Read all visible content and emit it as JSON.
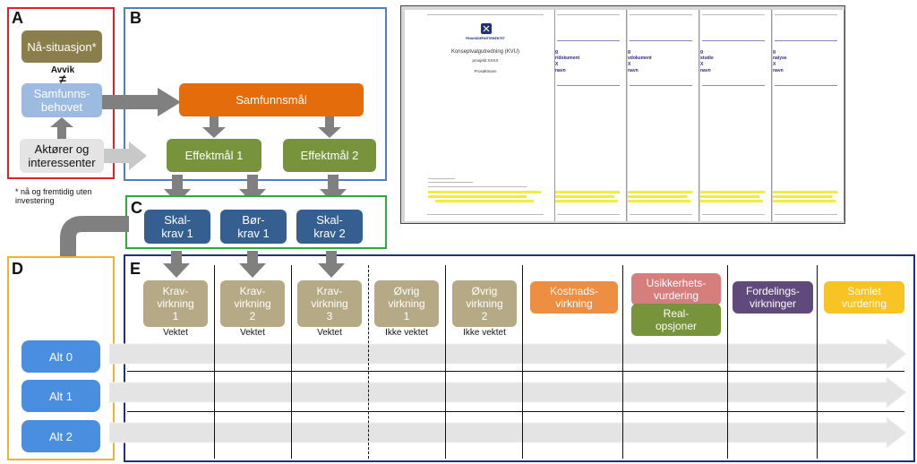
{
  "panels": {
    "a": "A",
    "b": "B",
    "c": "C",
    "d": "D",
    "e": "E"
  },
  "panel_a": {
    "now_situation": "Nå-situasjon*",
    "deviation": "Avvik",
    "not_equal": "≠",
    "society_need": "Samfunns-\nbehovet",
    "actors": "Aktører og\ninteressenter",
    "footnote": "* nå og fremtidig uten\ninvestering"
  },
  "panel_b": {
    "society_goal": "Samfunnsmål",
    "effect_goal_1": "Effektmål 1",
    "effect_goal_2": "Effektmål 2"
  },
  "panel_c": {
    "must_req_1": "Skal-\nkrav 1",
    "should_req_1": "Bør-\nkrav 1",
    "must_req_2": "Skal-\nkrav 2"
  },
  "panel_d": {
    "alternatives": [
      "Alt 0",
      "Alt 1",
      "Alt 2"
    ]
  },
  "panel_e": {
    "columns": [
      {
        "label": "Krav-\nvirkning\n1",
        "note": "Vektet"
      },
      {
        "label": "Krav-\nvirkning\n2",
        "note": "Vektet"
      },
      {
        "label": "Krav-\nvirkning\n3",
        "note": "Vektet"
      },
      {
        "label": "Øvrig\nvirkning\n1",
        "note": "Ikke vektet"
      },
      {
        "label": "Øvrig\nvirkning\n2",
        "note": "Ikke vektet"
      }
    ],
    "cost_effect": "Kostnads-\nvirkning",
    "uncertainty": "Usikkerhets-\nvurdering",
    "real_options": "Real-\nopsjoner",
    "distribution": "Fordelings-\nvirkninger",
    "total_assessment": "Samlet\nvurdering"
  },
  "document": {
    "ministry": "FINANSDEPARTEMENTET",
    "title": "Konseptvalgutredning (KVU)",
    "project": "prosjekt XXXX",
    "subtitle": "Prosaktnavn",
    "page_titles": [
      "g\nr/dokument\nX\nnavn",
      "g\nvdokument\nX\nnavn",
      "g\nstudie\nX\nnavn",
      "g\nnalyse\nX\nnavn"
    ]
  },
  "colors": {
    "red": "#e0202a",
    "blue_border": "#4f7fbf",
    "green_border": "#2cac3c",
    "gold_border": "#f2b22a",
    "navy_border": "#1f3278",
    "olive": "#8a7f4a",
    "light_blue": "#9dbbe0",
    "light_gray": "#d9d9d9",
    "orange": "#e46c0a",
    "green": "#77933c",
    "steel_blue": "#365f91",
    "tan": "#b5aa85",
    "light_orange": "#ed8e42",
    "pink": "#d57e7b",
    "purple": "#60497b",
    "yellow": "#f8c325",
    "button_blue": "#4a8ee0",
    "arrow_gray": "#808080"
  }
}
